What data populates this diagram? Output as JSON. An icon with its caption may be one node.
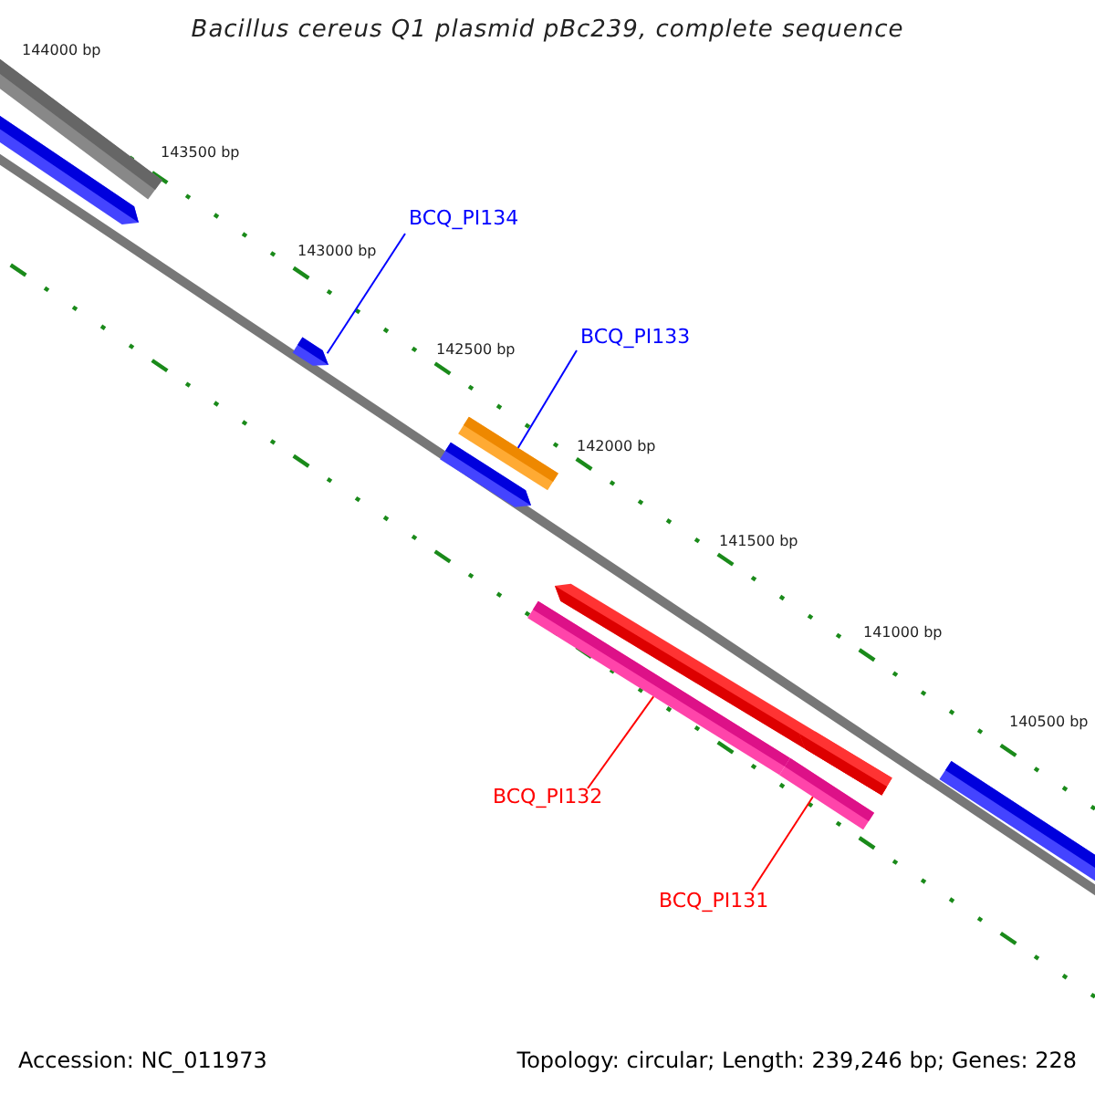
{
  "diagram": {
    "title": "Bacillus cereus Q1 plasmid pBc239, complete sequence",
    "nodes": [
      {
        "text": [
          "BCQ_PI134"
        ]
      },
      {
        "text": [],
        "shape": "bar"
      },
      {
        "text": [
          "BCQ_PI133"
        ]
      },
      {
        "text": [],
        "shape": "bar"
      },
      {
        "text": [
          "BCQ_PI132"
        ]
      },
      {
        "text": [],
        "shape": "bar"
      },
      {
        "text": [
          "BCQ_PI131"
        ]
      },
      {
        "text": [],
        "shape": "bar"
      }
    ],
    "edges": [
      {
        "from": 0,
        "to": 1,
        "arrow": "none",
        "color": "#0000ff"
      },
      {
        "from": 2,
        "to": 3,
        "arrow": "none",
        "color": "#0000ff"
      },
      {
        "from": 4,
        "to": 5,
        "arrow": "none",
        "color": "#ff0000"
      },
      {
        "from": 6,
        "to": 7,
        "arrow": "none",
        "color": "#ff0000"
      }
    ],
    "labels": [
      "144000 bp",
      "143500 bp",
      "143000 bp",
      "142500 bp",
      "142000 bp",
      "141500 bp",
      "141000 bp",
      "140500 bp",
      "Accession: NC_011973",
      "Topology: circular; Length: 239,246 bp; Genes: 228"
    ]
  }
}
